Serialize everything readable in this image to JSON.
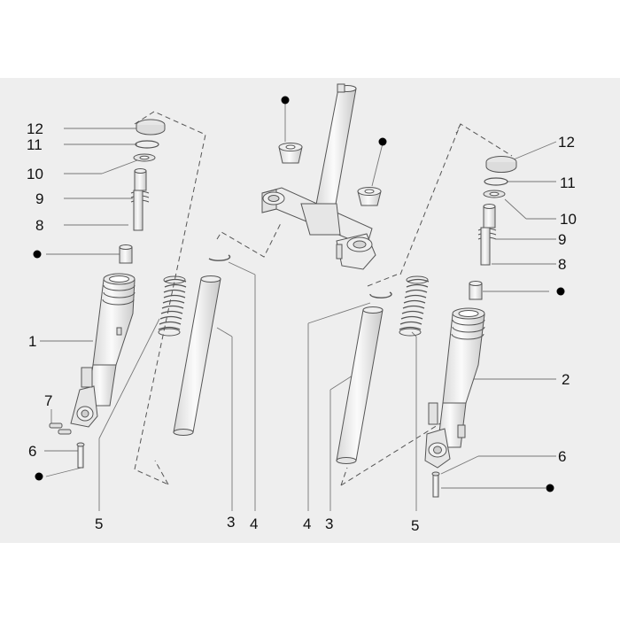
{
  "diagram": {
    "callouts": [
      {
        "id": "c12L",
        "text": "12"
      },
      {
        "id": "c11L",
        "text": "11"
      },
      {
        "id": "c10L",
        "text": "10"
      },
      {
        "id": "c9L",
        "text": "9"
      },
      {
        "id": "c8L",
        "text": "8"
      },
      {
        "id": "c1",
        "text": "1"
      },
      {
        "id": "c7",
        "text": "7"
      },
      {
        "id": "c6L",
        "text": "6"
      },
      {
        "id": "c5L",
        "text": "5"
      },
      {
        "id": "c3L",
        "text": "3"
      },
      {
        "id": "c4L",
        "text": "4"
      },
      {
        "id": "c4R",
        "text": "4"
      },
      {
        "id": "c3R",
        "text": "3"
      },
      {
        "id": "c5R",
        "text": "5"
      },
      {
        "id": "c12R",
        "text": "12"
      },
      {
        "id": "c11R",
        "text": "11"
      },
      {
        "id": "c10R",
        "text": "10"
      },
      {
        "id": "c9R",
        "text": "9"
      },
      {
        "id": "c8R",
        "text": "8"
      },
      {
        "id": "c2",
        "text": "2"
      },
      {
        "id": "c6R",
        "text": "6"
      }
    ],
    "bullet_color": "#000000",
    "part_fill": "#f4f4f4",
    "line_color": "#555555"
  }
}
